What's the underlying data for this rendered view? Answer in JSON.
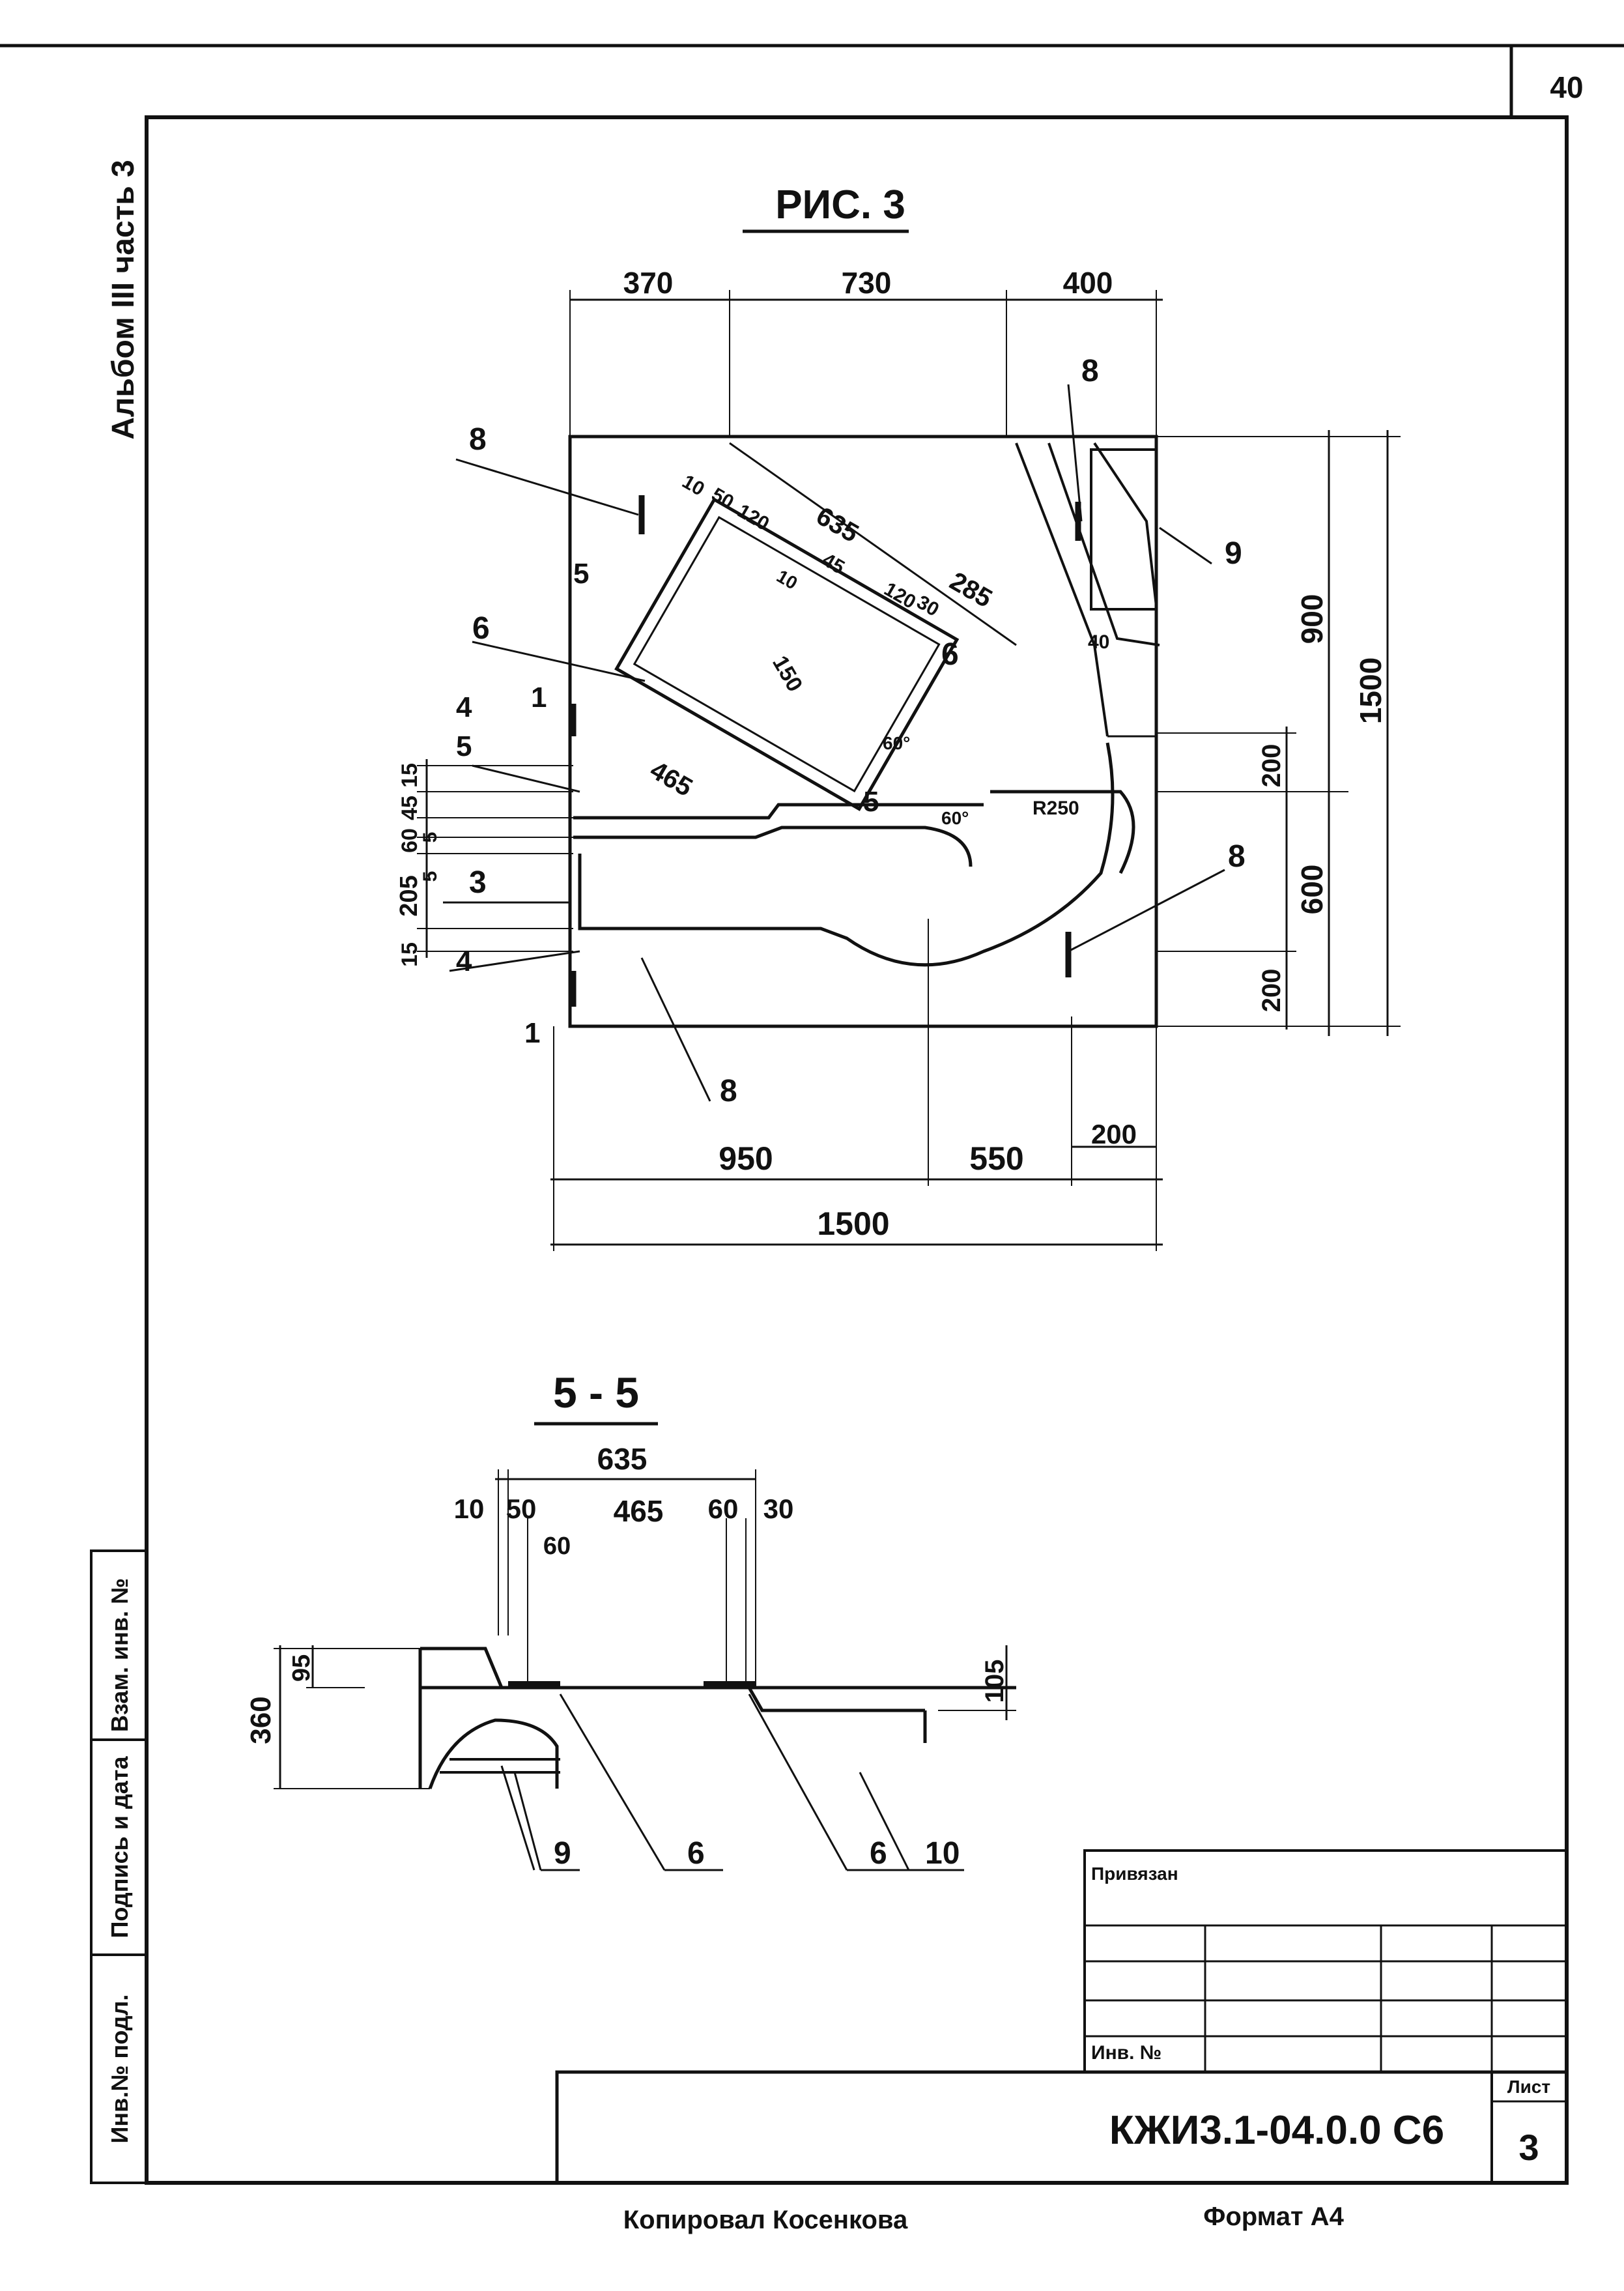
{
  "sheet_number_top": "40",
  "side_title": "Альбом III часть 3",
  "figure_title": "РИС. 3",
  "section_title": "5 - 5",
  "plan": {
    "top_dims": [
      "370",
      "730",
      "400"
    ],
    "bottom_dims": [
      "950",
      "550",
      "200"
    ],
    "overall_width": "1500",
    "right_dims": [
      "900",
      "200",
      "600",
      "200"
    ],
    "overall_height": "1500",
    "left_dims": [
      "15",
      "45",
      "60",
      "5",
      "5",
      "205",
      "15"
    ],
    "inner_dims": [
      "10",
      "50",
      "120",
      "635",
      "10",
      "45",
      "120",
      "30",
      "285",
      "150",
      "465",
      "40",
      "R250",
      "60°",
      "60°"
    ],
    "callouts": [
      "8",
      "8",
      "8",
      "8",
      "9",
      "6",
      "6",
      "5",
      "5",
      "4",
      "4",
      "3",
      "1",
      "1",
      "5"
    ]
  },
  "section": {
    "dims_top": [
      "635",
      "10",
      "50",
      "465",
      "60",
      "30",
      "60"
    ],
    "dims_left": [
      "95",
      "360"
    ],
    "dims_right": [
      "105"
    ],
    "callouts": [
      "9",
      "6",
      "6",
      "10"
    ]
  },
  "stamp": {
    "left_labels": [
      "Инв.№ подл.",
      "Подпись и дата",
      "Взам. инв. №"
    ],
    "privyazan": "Привязан",
    "inv_no": "Инв. №",
    "doc_code": "КЖИ3.1-04.0.0 С6",
    "sheet_label": "Лист",
    "sheet_value": "3"
  },
  "footer": {
    "copied": "Копировал Косенкова",
    "format": "Формат А4"
  }
}
